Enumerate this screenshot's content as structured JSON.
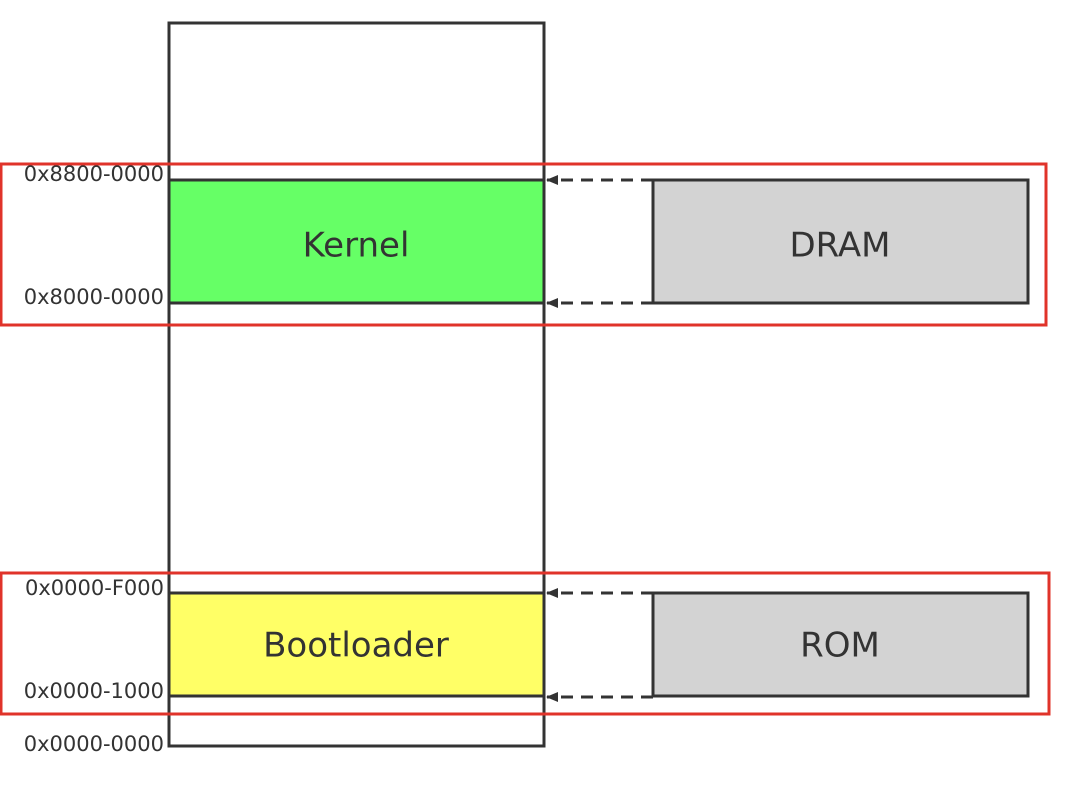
{
  "memory_map": {
    "regions": {
      "kernel": {
        "label": "Kernel",
        "color": "#66ff66"
      },
      "bootloader": {
        "label": "Bootloader",
        "color": "#ffff66"
      }
    },
    "addresses": {
      "kernel_top": "0x8800-0000",
      "kernel_bottom": "0x8000-0000",
      "boot_top": "0x0000-F000",
      "boot_bottom": "0x0000-1000",
      "base": "0x0000-0000"
    }
  },
  "devices": {
    "dram": {
      "label": "DRAM",
      "color": "#d3d3d3"
    },
    "rom": {
      "label": "ROM",
      "color": "#d3d3d3"
    }
  },
  "colors": {
    "outline": "#333333",
    "highlight": "#e0332a",
    "arrow": "#333333"
  }
}
